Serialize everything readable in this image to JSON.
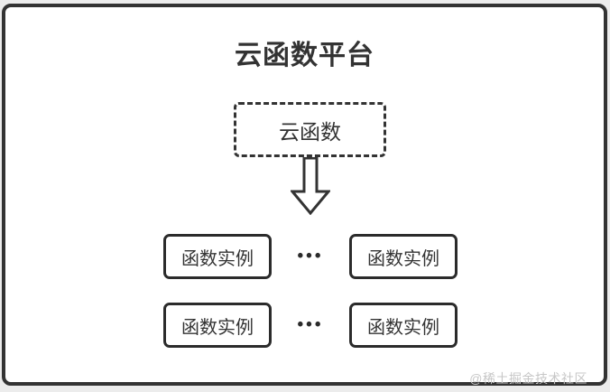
{
  "diagram": {
    "title": "云函数平台",
    "cloud_function_label": "云函数",
    "rows": [
      {
        "left": "函数实例",
        "dots": "•••",
        "right": "函数实例"
      },
      {
        "left": "函数实例",
        "dots": "•••",
        "right": "函数实例"
      }
    ],
    "watermark": "@稀土掘金技术社区",
    "colors": {
      "ink": "#333333",
      "card_bg": "#ffffff",
      "page_bg": "#ececec",
      "watermark": "#c7c7c7"
    }
  }
}
